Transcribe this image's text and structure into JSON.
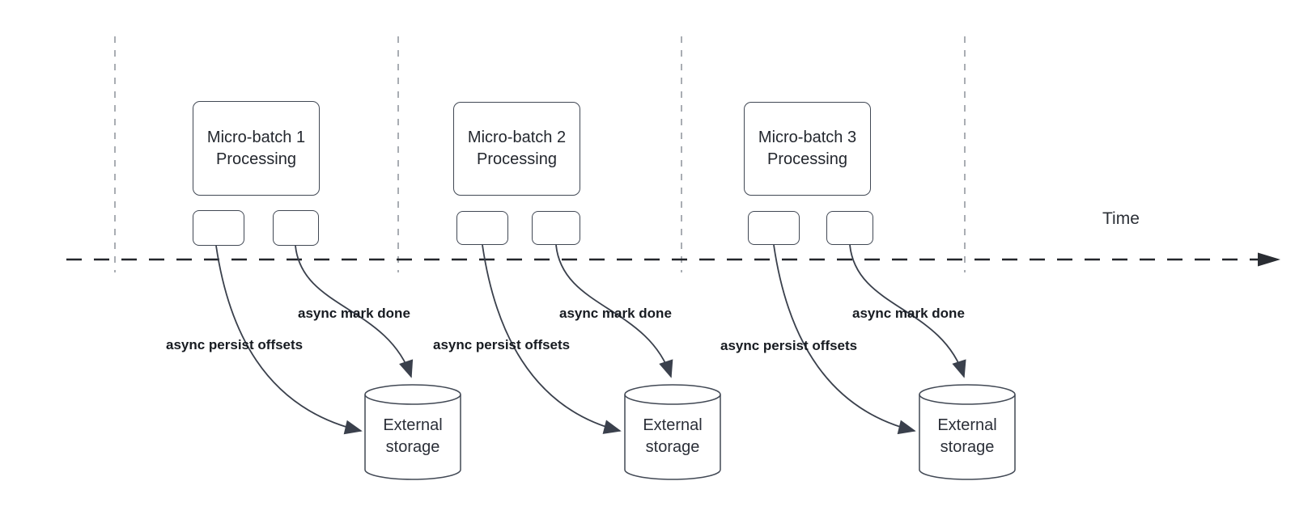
{
  "diagram": {
    "time_label": "Time",
    "palette": {
      "shape_stroke": "#414854",
      "arrow_stroke": "#3a404c",
      "timeline_color": "#23262b",
      "gridline_color": "#a9adb3",
      "text_color": "#23272e"
    },
    "groups": [
      {
        "box_line1": "Micro-batch 1",
        "box_line2": "Processing",
        "persist_label": "async persist offsets",
        "mark_label": "async mark done",
        "storage_line1": "External",
        "storage_line2": "storage"
      },
      {
        "box_line1": "Micro-batch 2",
        "box_line2": "Processing",
        "persist_label": "async persist offsets",
        "mark_label": "async mark done",
        "storage_line1": "External",
        "storage_line2": "storage"
      },
      {
        "box_line1": "Micro-batch 3",
        "box_line2": "Processing",
        "persist_label": "async persist offsets",
        "mark_label": "async mark done",
        "storage_line1": "External",
        "storage_line2": "storage"
      }
    ]
  }
}
